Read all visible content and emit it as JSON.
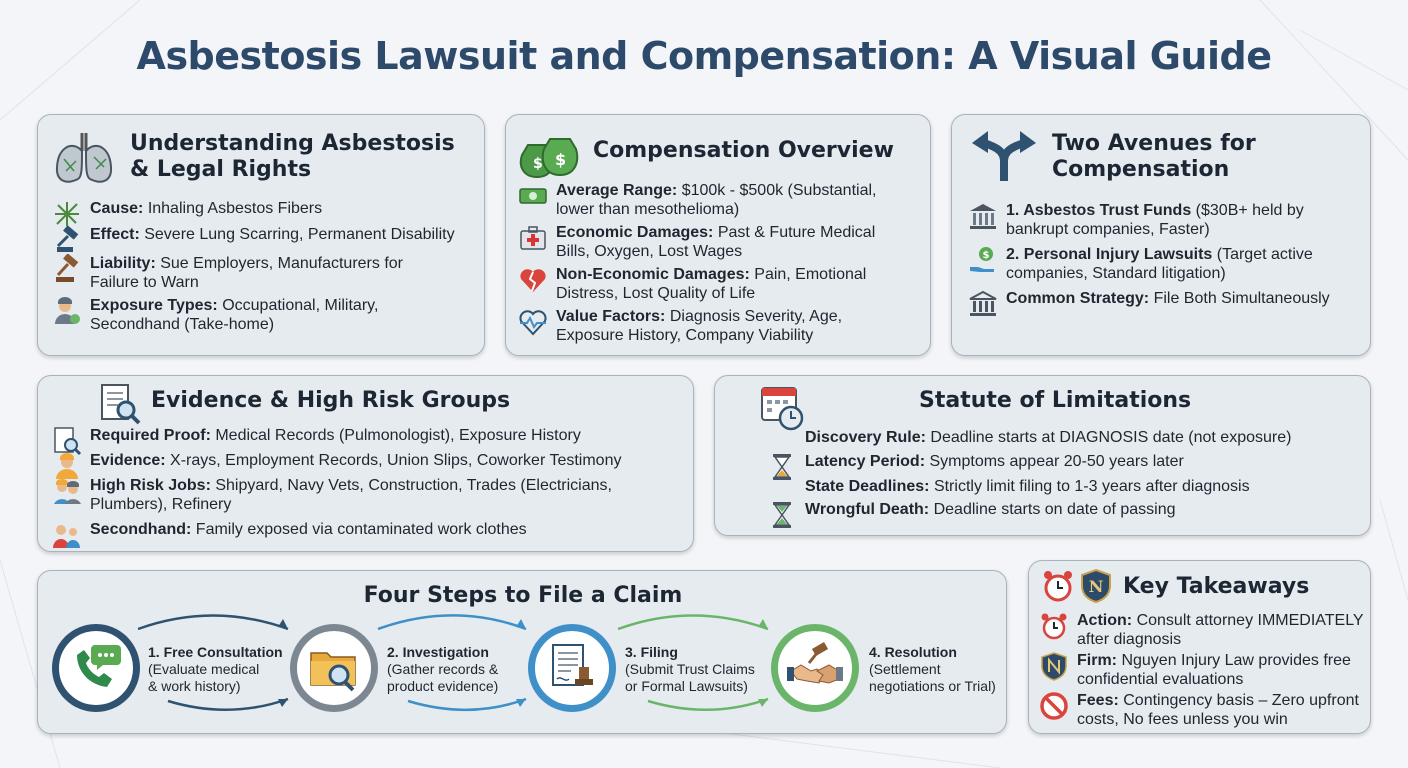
{
  "title": "Asbestosis Lawsuit and Compensation: A Visual Guide",
  "understanding": {
    "title_line1": "Understanding Asbestosis",
    "title_line2": "& Legal Rights",
    "items": [
      {
        "label": "Cause:",
        "text": "Inhaling Asbestos Fibers",
        "icon": "fibers-icon"
      },
      {
        "label": "Effect:",
        "text": "Severe Lung Scarring, Permanent Disability",
        "icon": "gavel-icon"
      },
      {
        "label": "Liability:",
        "text": "Sue Employers, Manufacturers for Failure to Warn",
        "icon": "gavel-icon"
      },
      {
        "label": "Exposure Types:",
        "text": "Occupational, Military, Secondhand (Take-home)",
        "icon": "worker-icon"
      }
    ]
  },
  "compensation": {
    "title": "Compensation Overview",
    "items": [
      {
        "label": "Average Range:",
        "text": "$100k - $500k (Substantial, lower than mesothelioma)",
        "icon": "cash-icon"
      },
      {
        "label": "Economic Damages:",
        "text": "Past & Future Medical Bills, Oxygen, Lost Wages",
        "icon": "medical-kit-icon"
      },
      {
        "label": "Non-Economic Damages:",
        "text": "Pain, Emotional Distress, Lost Quality of Life",
        "icon": "broken-heart-icon"
      },
      {
        "label": "Value Factors:",
        "text": "Diagnosis Severity, Age, Exposure History, Company Viability",
        "icon": "heartbeat-icon"
      }
    ]
  },
  "avenues": {
    "title_line1": "Two Avenues for",
    "title_line2": "Compensation",
    "items": [
      {
        "label": "1. Asbestos Trust Funds",
        "text": "($30B+ held by bankrupt companies, Faster)",
        "icon": "bank-icon"
      },
      {
        "label": "2. Personal Injury Lawsuits",
        "text": "(Target active companies, Standard litigation)",
        "icon": "money-hand-icon"
      },
      {
        "label": "Common Strategy:",
        "text": "File Both Simultaneously",
        "icon": "courthouse-icon"
      }
    ]
  },
  "evidence": {
    "title": "Evidence & High Risk Groups",
    "items": [
      {
        "label": "Required Proof:",
        "text": "Medical Records (Pulmonologist), Exposure History",
        "icon": "document-search-icon"
      },
      {
        "label": "Evidence:",
        "text": "X-rays, Employment Records, Union Slips, Coworker Testimony",
        "icon": "worker-icon"
      },
      {
        "label": "High Risk Jobs:",
        "text": "Shipyard, Navy Vets, Construction, Trades (Electricians, Plumbers), Refinery",
        "icon": "workers-icon"
      },
      {
        "label": "Secondhand:",
        "text": "Family exposed via contaminated work clothes",
        "icon": "family-icon"
      }
    ]
  },
  "statute": {
    "title": "Statute of Limitations",
    "items": [
      {
        "label": "Discovery Rule:",
        "text": "Deadline starts at DIAGNOSIS date (not exposure)"
      },
      {
        "label": "Latency Period:",
        "text": "Symptoms appear 20-50 years later"
      },
      {
        "label": "State Deadlines:",
        "text": "Strictly limit filing to 1-3 years after diagnosis"
      },
      {
        "label": "Wrongful Death:",
        "text": "Deadline starts on date of passing"
      }
    ]
  },
  "steps": {
    "title": "Four Steps to File a Claim",
    "items": [
      {
        "label": "1. Free Consultation",
        "line1": "(Evaluate medical",
        "line2": "& work history)",
        "icon": "phone-chat-icon",
        "color": "#2f5270"
      },
      {
        "label": "2. Investigation",
        "line1": "(Gather records &",
        "line2": "product evidence)",
        "icon": "folder-search-icon",
        "color": "#7d8791"
      },
      {
        "label": "3. Filing",
        "line1": "(Submit Trust Claims",
        "line2": "or Formal Lawsuits)",
        "icon": "document-stamp-icon",
        "color": "#3f8fc8"
      },
      {
        "label": "4. Resolution",
        "line1": "(Settlement",
        "line2": "negotiations or Trial)",
        "icon": "handshake-gavel-icon",
        "color": "#6bb56b"
      }
    ]
  },
  "takeaways": {
    "title": "Key Takeaways",
    "items": [
      {
        "label": "Action:",
        "text": "Consult attorney IMMEDIATELY after diagnosis",
        "icon": "alarm-clock-icon"
      },
      {
        "label": "Firm:",
        "text": "Nguyen Injury Law provides free confidential evaluations",
        "icon": "shield-logo-icon"
      },
      {
        "label": "Fees:",
        "text": "Contingency basis – Zero upfront costs, No fees unless you win",
        "icon": "no-fee-icon"
      }
    ],
    "logo_letter": "N"
  },
  "colors": {
    "title": "#2d4a6b",
    "card_bg": "#e6ebf0",
    "accent_blue": "#2f5270",
    "accent_green": "#6bb56b"
  }
}
